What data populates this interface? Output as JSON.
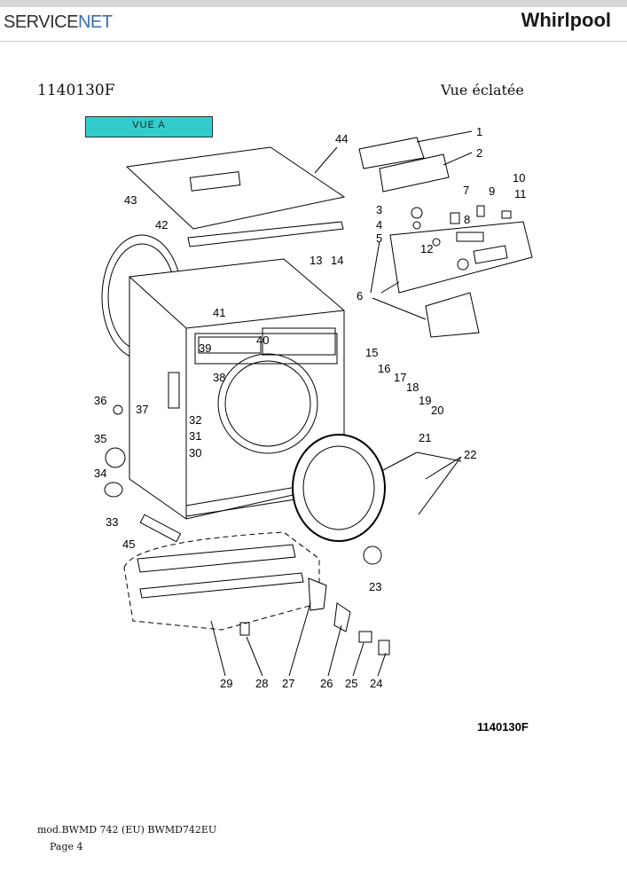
{
  "header": {
    "brand_left_a": "SERVICE",
    "brand_left_b": "NET",
    "brand_right": "Whirlpool"
  },
  "document": {
    "code": "1140130F",
    "title": "Vue éclatée",
    "view_label": "VUE A",
    "bottom_ref": "1140130F"
  },
  "callouts": [
    "1",
    "2",
    "3",
    "4",
    "5",
    "6",
    "7",
    "8",
    "9",
    "10",
    "11",
    "12",
    "13",
    "14",
    "15",
    "16",
    "17",
    "18",
    "19",
    "20",
    "21",
    "22",
    "23",
    "24",
    "25",
    "26",
    "27",
    "28",
    "29",
    "30",
    "31",
    "32",
    "33",
    "34",
    "35",
    "36",
    "37",
    "38",
    "39",
    "40",
    "41",
    "42",
    "43",
    "44",
    "45"
  ],
  "footer": {
    "model": "mod.BWMD 742 (EU) BWMD742EU",
    "page": "Page 4"
  }
}
